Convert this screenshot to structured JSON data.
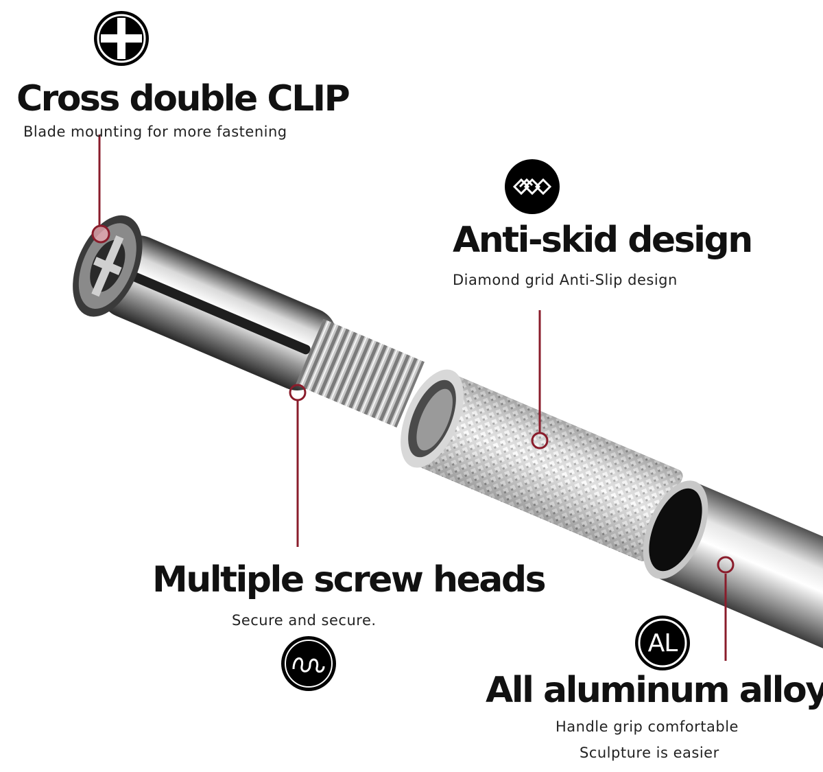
{
  "features": [
    {
      "id": "clip",
      "title": "Cross double CLIP",
      "lines": [
        "Blade mounting for more fastening"
      ],
      "icon": "cross-screw-icon"
    },
    {
      "id": "antiskid",
      "title": "Anti-skid design",
      "lines": [
        "Diamond grid Anti-Slip design"
      ],
      "icon": "diamond-grid-icon"
    },
    {
      "id": "screw",
      "title": "Multiple screw heads",
      "lines": [
        "Secure and secure."
      ],
      "icon": "spring-coil-icon"
    },
    {
      "id": "alloy",
      "title": "All aluminum alloy",
      "lines": [
        "Handle grip comfortable",
        "Sculpture is easier"
      ],
      "icon": "aluminum-al-icon",
      "icon_text": "AL"
    }
  ],
  "colors": {
    "pointer": "#8a1c2b",
    "badge": "#000000",
    "metal_light": "#f2f2f2",
    "metal_dark": "#4a4a4a"
  }
}
